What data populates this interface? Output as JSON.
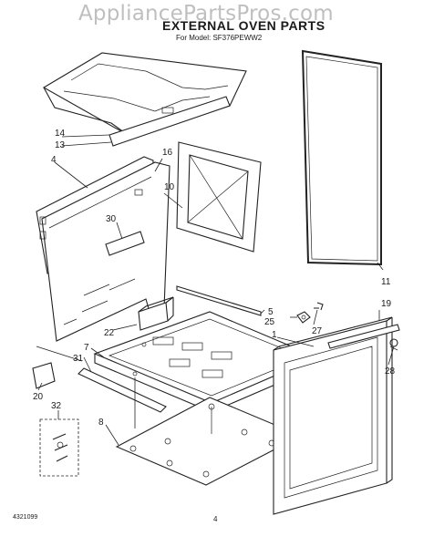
{
  "watermark": "AppliancePartsPros.com",
  "title": "EXTERNAL OVEN PARTS",
  "model_label": "For Model: SF376PEWW2",
  "doc_number": "4321099",
  "page_number": "4",
  "callouts": [
    "14",
    "13",
    "4",
    "16",
    "10",
    "30",
    "11",
    "5",
    "25",
    "27",
    "19",
    "22",
    "1",
    "7",
    "31",
    "28",
    "20",
    "32",
    "8"
  ]
}
